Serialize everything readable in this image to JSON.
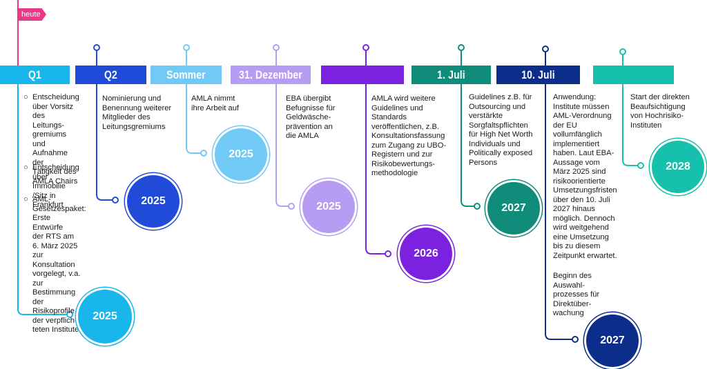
{
  "today_label": "heute",
  "columns": [
    {
      "band": "Q1",
      "year": "2025",
      "color": "#19b6ec",
      "bullets": [
        "Entscheidung\nüber Vorsitz des\nLeitungs-\ngremiums und\nAufnahme der\nTätigkeit des\nAMLA Chairs",
        "Entscheidung\nüber Immobilie\n/Sitz in Frankfurt",
        "AML-\nGesetzespaket:\nErste Entwürfe\nder RTS am\n6. März 2025\nzur Konsultation\nvorgelegt, v.a.\nzur Bestimmung\nder Risikoprofile\nder verpflich-\nteten Institute"
      ]
    },
    {
      "band": "Q2",
      "year": "2025",
      "color": "#1f4bd8",
      "text": "Nominierung und\nBenennung weiterer\nMitglieder des\nLeitungsgremiums"
    },
    {
      "band": "Sommer",
      "year": "2025",
      "color": "#71c9f5",
      "text": "AMLA nimmt\nihre Arbeit auf"
    },
    {
      "band": "31. Dezember",
      "year": "2025",
      "color": "#b79cf4",
      "text": "EBA übergibt\nBefugnisse für\nGeldwäsche-\nprävention an\ndie AMLA"
    },
    {
      "band": "",
      "year": "2026",
      "color": "#7b22e0",
      "text": "AMLA wird weitere\nGuidelines und\nStandards\nveröffentlichen, z.B.\nKonsultationsfassung\nzum Zugang zu UBO-\nRegistern und zur\nRisikobewertungs-\nmethodologie"
    },
    {
      "band": "1. Juli",
      "year": "2027",
      "color": "#0f8c7a",
      "text": "Guidelines z.B. für\nOutsourcing und\nverstärkte\nSorgfaltspflichten\nfür High Net Worth\nIndividuals und\nPolitically exposed\nPersons"
    },
    {
      "band": "10. Juli",
      "year": "2027",
      "color": "#0c2d8a",
      "text": "Anwendung:\nInstitute müssen\nAML-Verordnung\nder EU\nvollumfänglich\nimplementiert\nhaben. Laut EBA-\nAussage vom\nMärz 2025 sind\nrisikoorientierte\nUmsetzungsfristen\nüber den 10. Juli\n2027 hinaus\nmöglich. Dennoch\nwird weitgehend\neine Umsetzung\nbis zu diesem\nZeitpunkt erwartet.",
      "text2": "Beginn des\nAuswahl-\nprozesses für\nDirektüber-\nwachung"
    },
    {
      "band": "",
      "year": "2028",
      "color": "#16c0ad",
      "text": "Start der direkten\nBeaufsichtigung\nvon Hochrisiko-\nInstituten"
    }
  ]
}
